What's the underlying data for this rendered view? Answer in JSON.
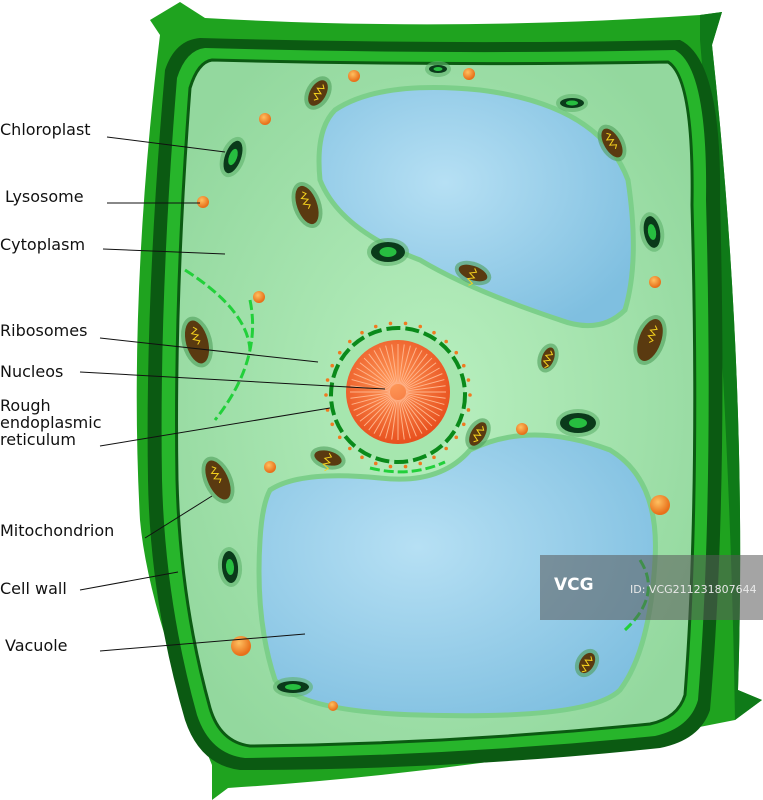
{
  "diagram": {
    "title": "Plant cell structure",
    "labels": {
      "chloroplast": "Chloroplast",
      "lysosome": "Lysosome",
      "cytoplasm": "Cytoplasm",
      "ribosomes": "Ribosomes",
      "nucleus": "Nucleos",
      "rer_line1": "Rough",
      "rer_line2": "endoplasmic",
      "rer_line3": "reticulum",
      "mitochondrion": "Mitochondrion",
      "cell_wall": "Cell wall",
      "vacuole": "Vacuole"
    },
    "colors": {
      "wall_outer": "#1fa31f",
      "wall_dark": "#0b5a12",
      "cytoplasm": "#a8e6b0",
      "vacuole": "#8fcbe8",
      "nucleus": "#f2703a",
      "lysosome": "#f08a1e",
      "mitochondrion": "#5a3a10"
    }
  },
  "watermark": {
    "logo": "VCG",
    "id": "ID: VCG211231807644"
  }
}
